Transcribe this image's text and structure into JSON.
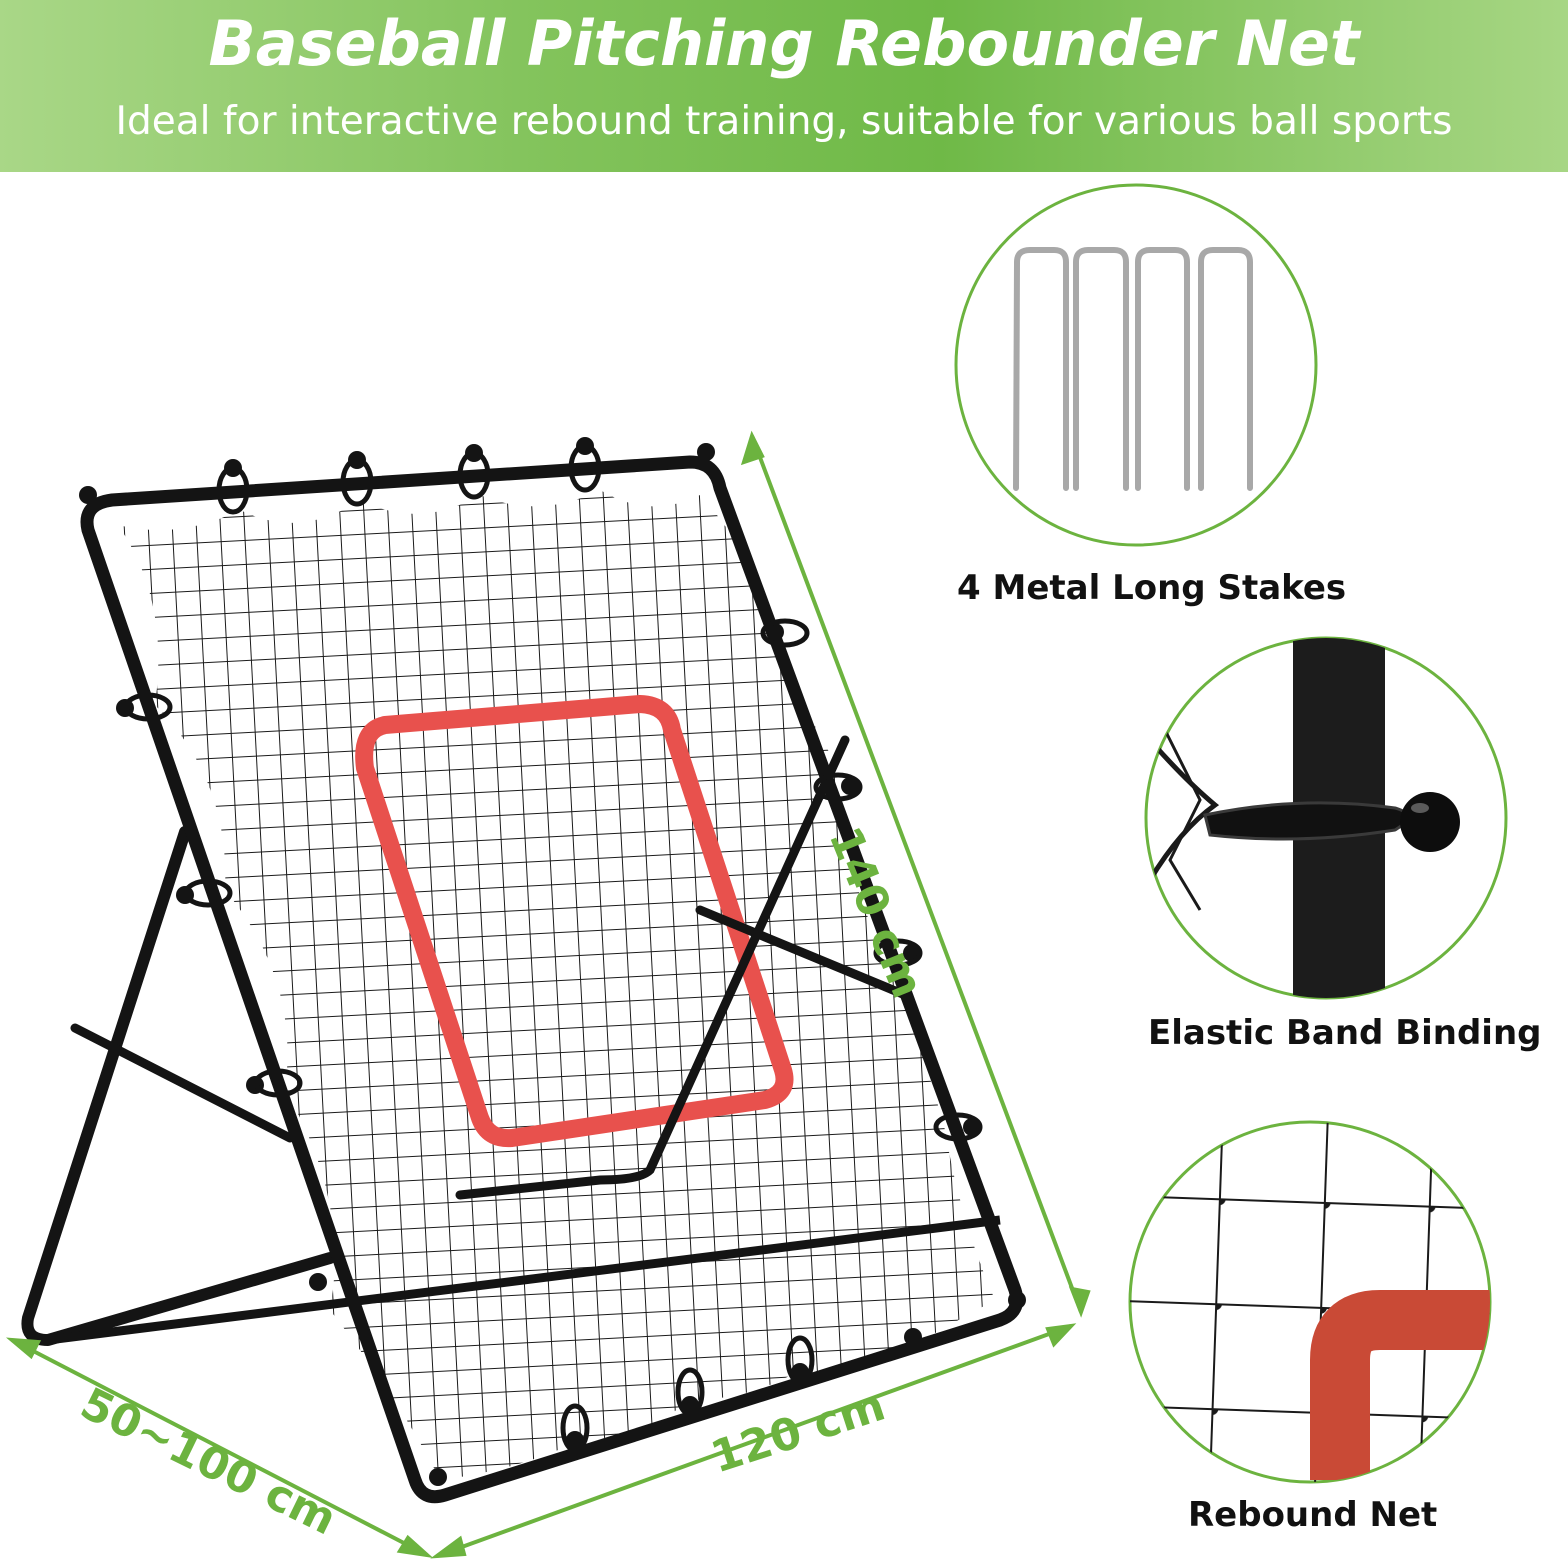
{
  "header": {
    "title": "Baseball Pitching Rebounder Net",
    "subtitle": "Ideal for interactive rebound training, suitable for various ball sports"
  },
  "details": {
    "stakes_label": "4 Metal Long Stakes",
    "band_label": "Elastic Band Binding",
    "net_label": "Rebound Net"
  },
  "dimensions": {
    "height": "140 cm",
    "width": "120 cm",
    "depth": "50~100 cm"
  },
  "colors": {
    "accent_green": "#6cb33f",
    "target_red": "#e8514d",
    "frame_black": "#141414"
  }
}
